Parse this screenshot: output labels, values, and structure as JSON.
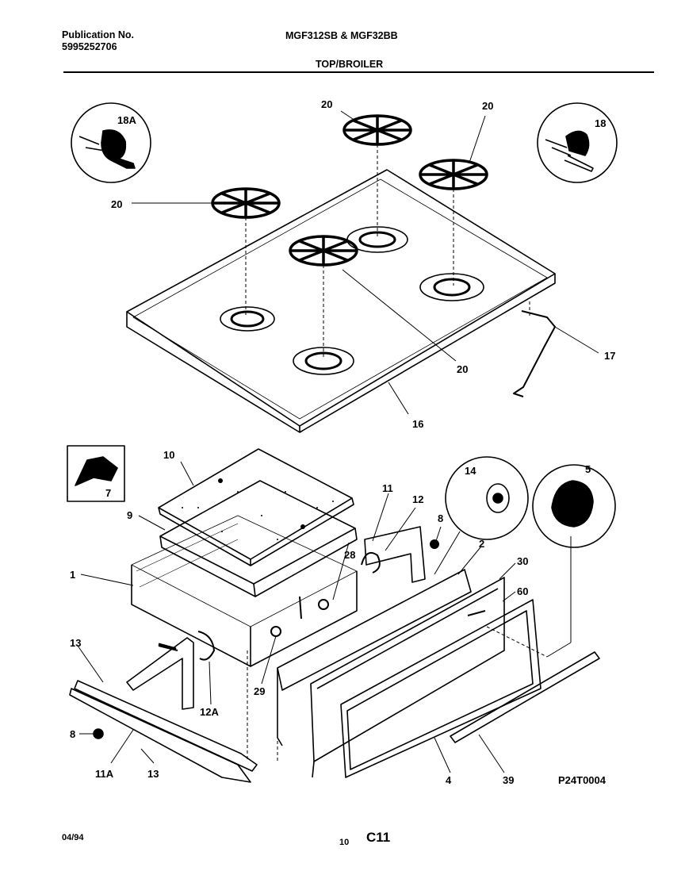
{
  "header": {
    "pub_label": "Publication No.",
    "pub_number": "5995252706",
    "models": "MGF312SB & MGF32BB",
    "section": "TOP/BROILER"
  },
  "diagram": {
    "code": "P24T0004",
    "callouts": {
      "c18A": "18A",
      "c18": "18",
      "c20a": "20",
      "c20b": "20",
      "c20c": "20",
      "c20d": "20",
      "c17": "17",
      "c16": "16",
      "c7": "7",
      "c10": "10",
      "c9": "9",
      "c1": "1",
      "c11": "11",
      "c12": "12",
      "c8a": "8",
      "c14": "14",
      "c5": "5",
      "c2": "2",
      "c30": "30",
      "c60": "60",
      "c28": "28",
      "c13a": "13",
      "c13b": "13",
      "c12A": "12A",
      "c29": "29",
      "c8b": "8",
      "c11A": "11A",
      "c4": "4",
      "c39": "39"
    }
  },
  "footer": {
    "date": "04/94",
    "page": "10",
    "code": "C11"
  }
}
